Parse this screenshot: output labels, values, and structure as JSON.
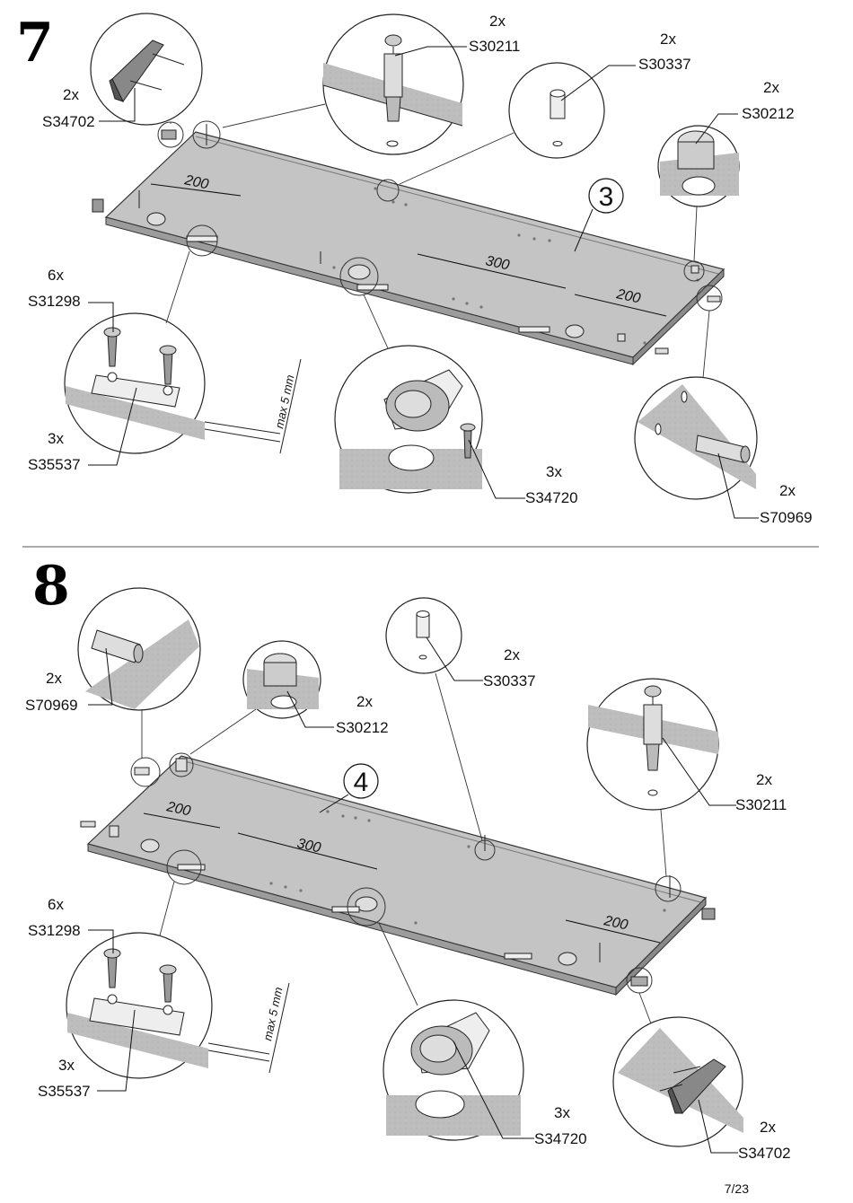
{
  "page": {
    "page_number": "7/23"
  },
  "steps": [
    {
      "number": "7",
      "panel_label": "3",
      "dimensions": [
        "200",
        "300",
        "200"
      ],
      "max_label": "max 5 mm",
      "callouts": [
        {
          "qty": "2x",
          "code": "S34702"
        },
        {
          "qty": "2x",
          "code": "S30211"
        },
        {
          "qty": "2x",
          "code": "S30337"
        },
        {
          "qty": "2x",
          "code": "S30212"
        },
        {
          "qty": "6x",
          "code": "S31298"
        },
        {
          "qty": "3x",
          "code": "S35537"
        },
        {
          "qty": "3x",
          "code": "S34720"
        },
        {
          "qty": "2x",
          "code": "S70969"
        }
      ]
    },
    {
      "number": "8",
      "panel_label": "4",
      "dimensions": [
        "200",
        "300",
        "200"
      ],
      "max_label": "max 5 mm",
      "callouts": [
        {
          "qty": "2x",
          "code": "S70969"
        },
        {
          "qty": "2x",
          "code": "S30212"
        },
        {
          "qty": "2x",
          "code": "S30337"
        },
        {
          "qty": "2x",
          "code": "S30211"
        },
        {
          "qty": "6x",
          "code": "S31298"
        },
        {
          "qty": "3x",
          "code": "S35537"
        },
        {
          "qty": "3x",
          "code": "S34720"
        },
        {
          "qty": "2x",
          "code": "S34702"
        }
      ]
    }
  ]
}
